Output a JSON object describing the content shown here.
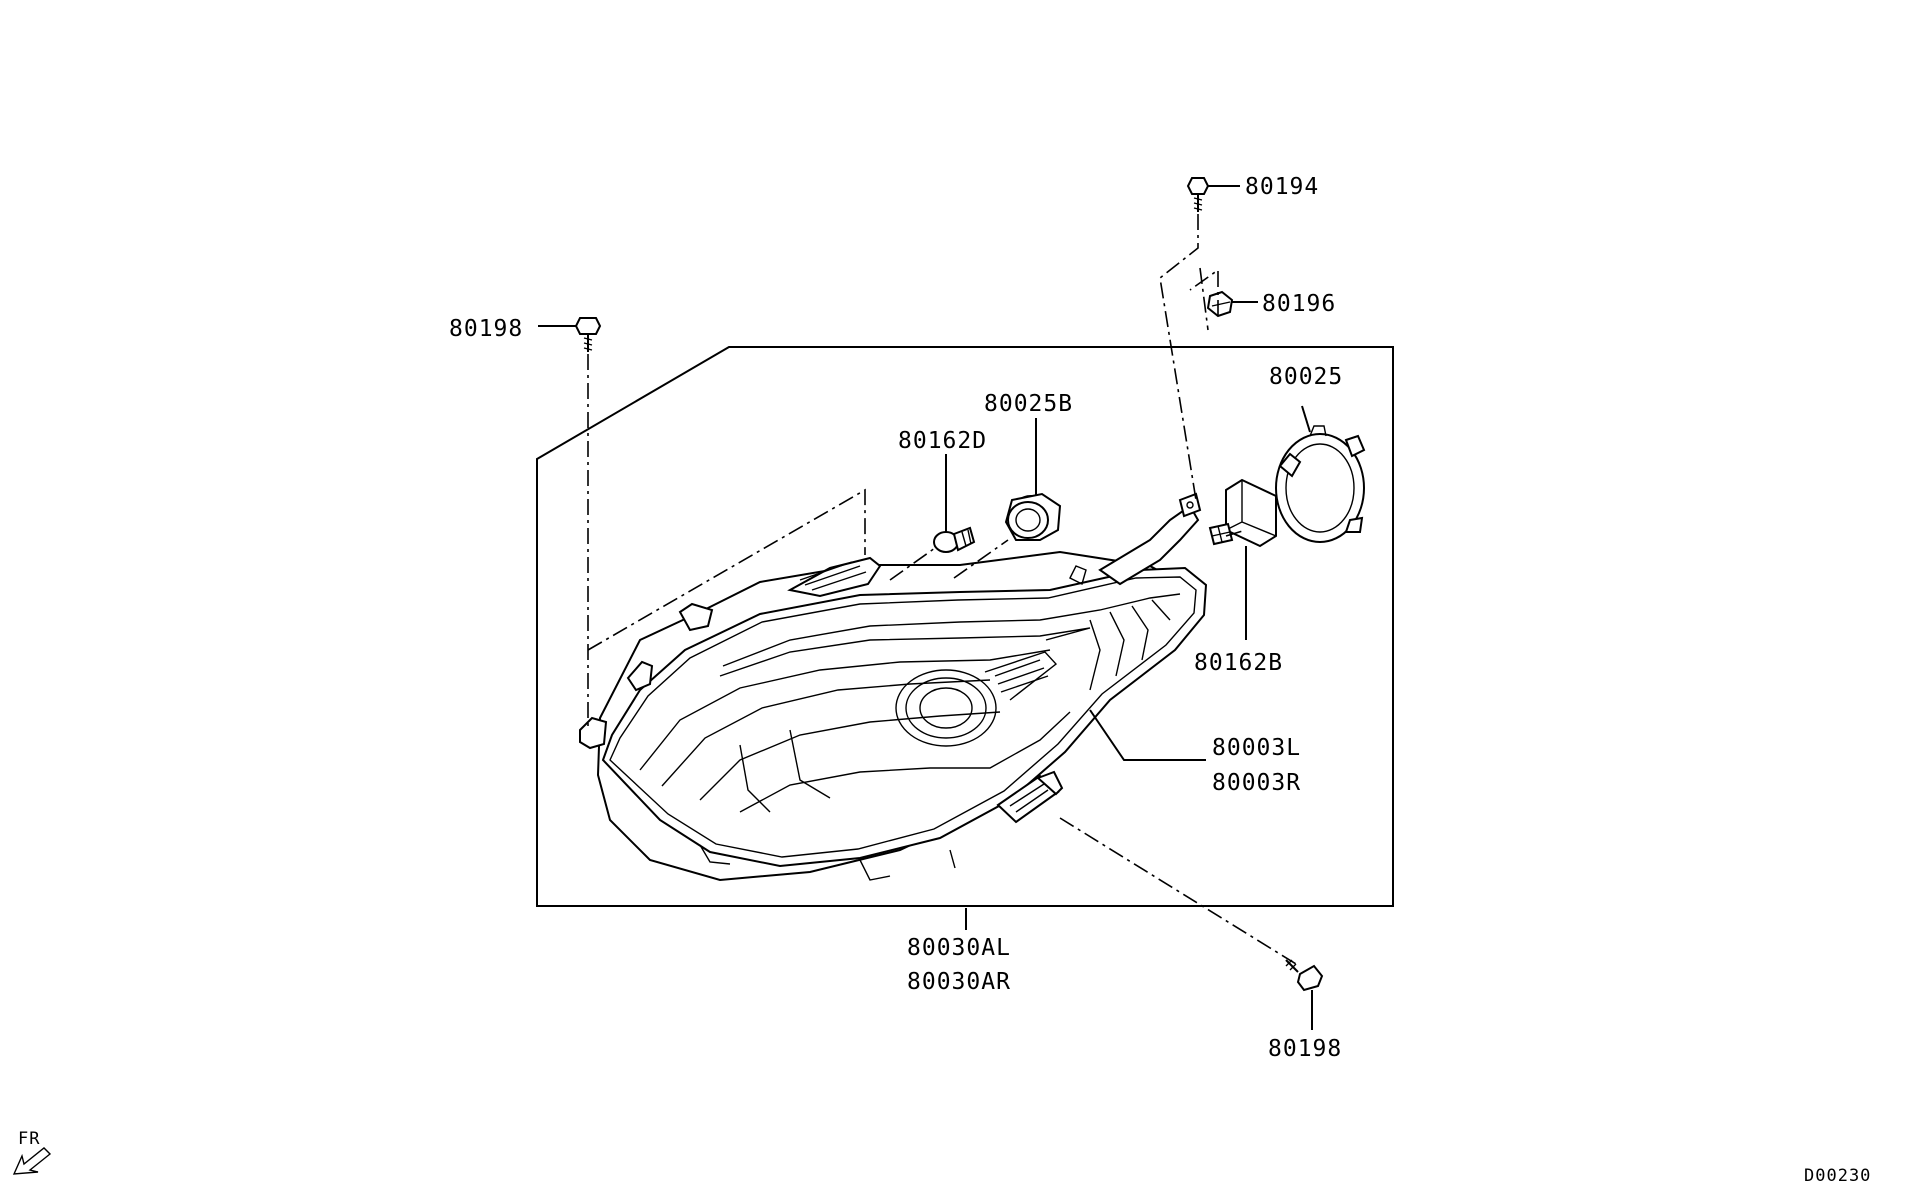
{
  "callouts": {
    "bolt_top": "80194",
    "nut_top": "80196",
    "bolt_left": "80198",
    "socket_large": "80025",
    "socket_small": "80025B",
    "bulb_small": "80162D",
    "bulb_large": "80162B",
    "lens_left": "80003L",
    "lens_right": "80003R",
    "assembly_left": "80030AL",
    "assembly_right": "80030AR",
    "bolt_bottom": "80198"
  },
  "direction": "FR",
  "diagram_code": "D00230",
  "colors": {
    "line": "#000000",
    "background": "#ffffff"
  }
}
